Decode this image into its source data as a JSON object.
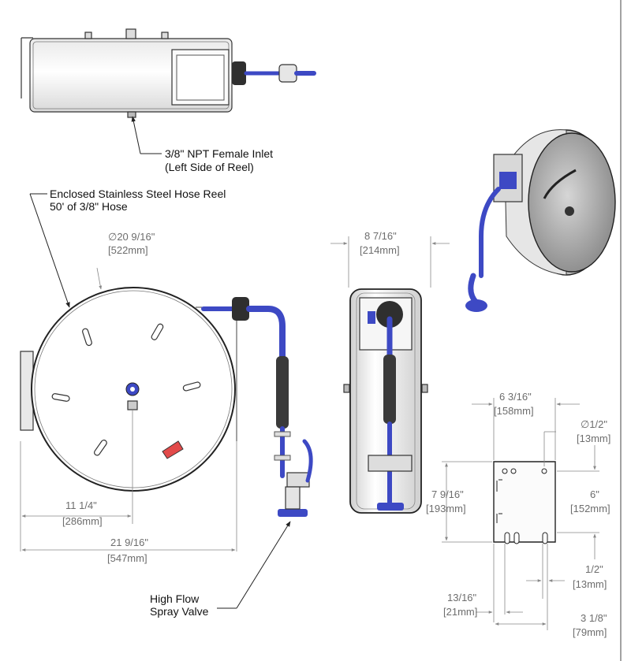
{
  "callouts": {
    "inlet_line1": "3/8\" NPT Female Inlet",
    "inlet_line2": "(Left Side of Reel)",
    "reel_line1": "Enclosed Stainless Steel Hose Reel",
    "reel_line2": "50' of 3/8\" Hose",
    "valve_line1": "High Flow",
    "valve_line2": "Spray Valve"
  },
  "dimensions": {
    "diameter_in": "∅20 9/16\"",
    "diameter_mm": "[522mm]",
    "half_width_in": "11 1/4\"",
    "half_width_mm": "[286mm]",
    "overall_width_in": "21 9/16\"",
    "overall_width_mm": "[547mm]",
    "depth_in": "8 7/16\"",
    "depth_mm": "[214mm]",
    "bracket_width_in": "6 3/16\"",
    "bracket_width_mm": "[158mm]",
    "hole_dia_in": "∅1/2\"",
    "hole_dia_mm": "[13mm]",
    "bracket_height_in": "7 9/16\"",
    "bracket_height_mm": "[193mm]",
    "hole_spacing_in": "6\"",
    "hole_spacing_mm": "[152mm]",
    "slot_width_in": "1/2\"",
    "slot_width_mm": "[13mm]",
    "slot_offset_in": "13/16\"",
    "slot_offset_mm": "[21mm]",
    "slot_spacing_in": "3 1/8\"",
    "slot_spacing_mm": "[79mm]"
  },
  "colors": {
    "hose": "#3d49c4",
    "steel": "#f4f4f4",
    "dimension_text": "#6d6d6d"
  },
  "icons": [
    "hose-reel-top-view",
    "hose-reel-front-view",
    "hose-reel-side-view",
    "hose-reel-isometric-view",
    "mounting-bracket",
    "spray-valve"
  ]
}
